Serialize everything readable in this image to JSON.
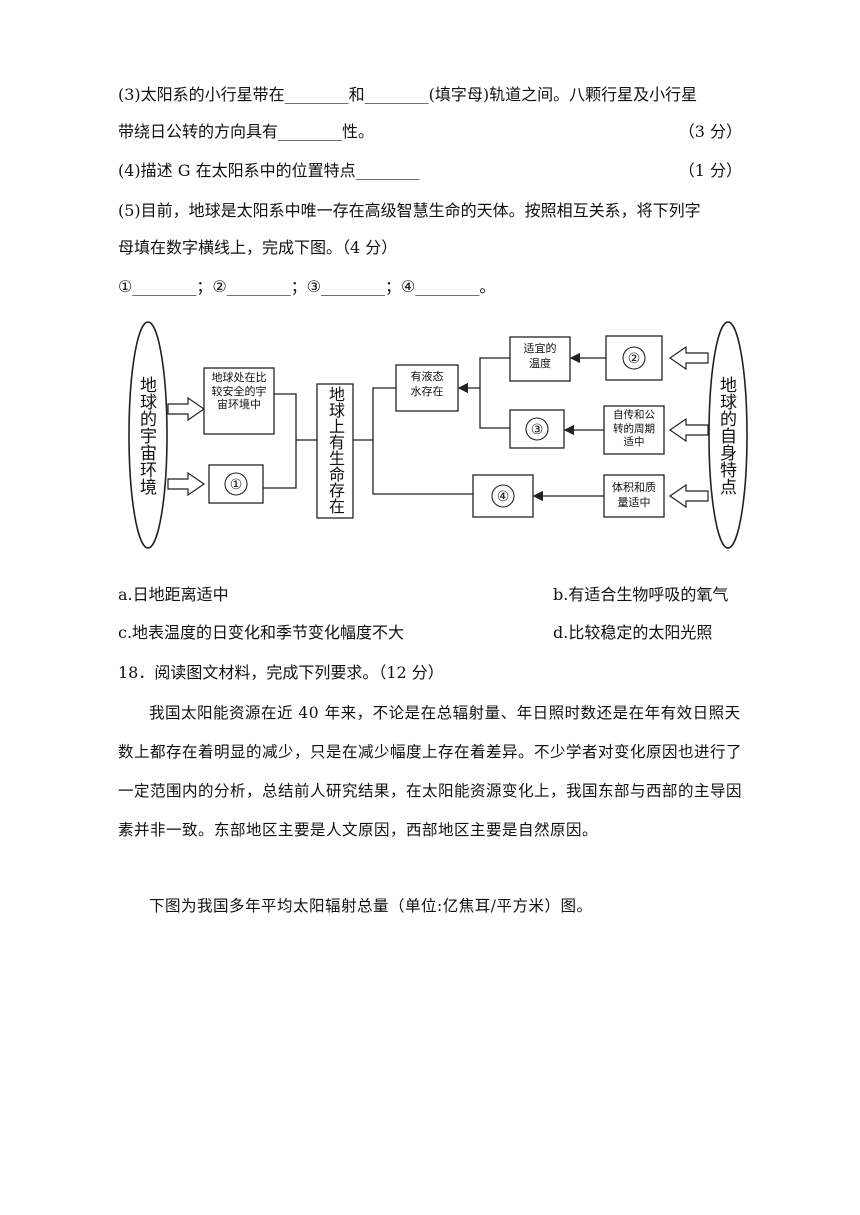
{
  "q3": {
    "line1": "(3)太阳系的小行星带在________和________(填字母)轨道之间。八颗行星及小行星",
    "line2": "带绕日公转的方向具有________性。",
    "score": "（3 分）"
  },
  "q4": {
    "line": "(4)描述 G 在太阳系中的位置特点________",
    "score": "（1 分）"
  },
  "q5": {
    "line1": "(5)目前，地球是太阳系中唯一存在高级智慧生命的天体。按照相互关系，将下列字",
    "line2": "母填在数字横线上，完成下图。（4 分）",
    "blanks": "①________；②________；③________；④________。"
  },
  "diagram": {
    "left_ellipse": "地球的宇宙环境",
    "right_ellipse": "地球的自身特点",
    "box_safe_env": "地球处在比较安全的宇宙环境中",
    "box_center": "地球上有生命存在",
    "box_liquid_water": "有液态水存在",
    "box_temperature": "适宜的温度",
    "box_rotation": "自传和公转的周期适中",
    "box_volume_mass": "体积和质量适中",
    "circle1": "①",
    "circle2": "②",
    "circle3": "③",
    "circle4": "④"
  },
  "options": {
    "a": "a.日地距离适中",
    "b": "b.有适合生物呼吸的氧气",
    "c": "c.地表温度的日变化和季节变化幅度不大",
    "d": "d.比较稳定的太阳光照"
  },
  "q18": {
    "heading": "18．阅读图文材料，完成下列要求。（12 分）",
    "paragraph1": "我国太阳能资源在近 40 年来，不论是在总辐射量、年日照时数还是在年有效日照天数上都存在着明显的减少，只是在减少幅度上存在着差异。不少学者对变化原因也进行了一定范围内的分析，总结前人研究结果，在太阳能资源变化上，我国东部与西部的主导因素并非一致。东部地区主要是人文原因，西部地区主要是自然原因。",
    "paragraph2": "下图为我国多年平均太阳辐射总量（单位:亿焦耳/平方米）图。"
  }
}
